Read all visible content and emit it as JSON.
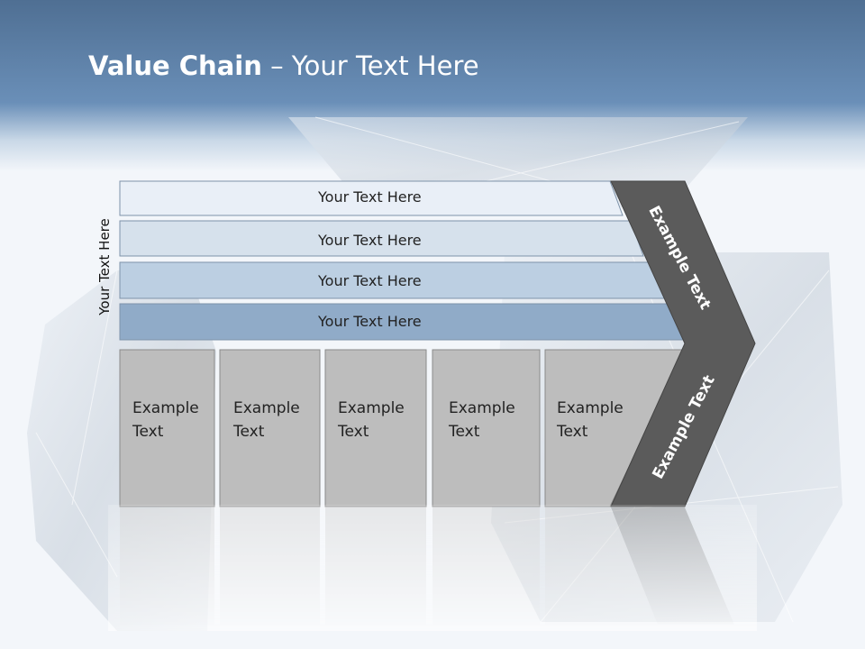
{
  "slide": {
    "title_bold": "Value Chain",
    "title_rest": " – Your Text Here",
    "vertical_label": "Your Text Here"
  },
  "rows": [
    {
      "label": "Your Text Here",
      "fill": "#e9eff7"
    },
    {
      "label": "Your Text Here",
      "fill": "#d6e1ec"
    },
    {
      "label": "Your Text Here",
      "fill": "#bccfe2"
    },
    {
      "label": "Your Text Here",
      "fill": "#90abc8"
    }
  ],
  "cells": [
    {
      "line1": "Example",
      "line2": "Text"
    },
    {
      "line1": "Example",
      "line2": "Text"
    },
    {
      "line1": "Example",
      "line2": "Text"
    },
    {
      "line1": "Example",
      "line2": "Text"
    },
    {
      "line1": "Example",
      "line2": "Text"
    }
  ],
  "chevron": {
    "upper_text": "Example Text",
    "lower_text": "Example Text",
    "fill": "#5b5b5b"
  },
  "colors": {
    "cell_fill": "#bdbdbd",
    "header_blue": "#5f83ab"
  }
}
